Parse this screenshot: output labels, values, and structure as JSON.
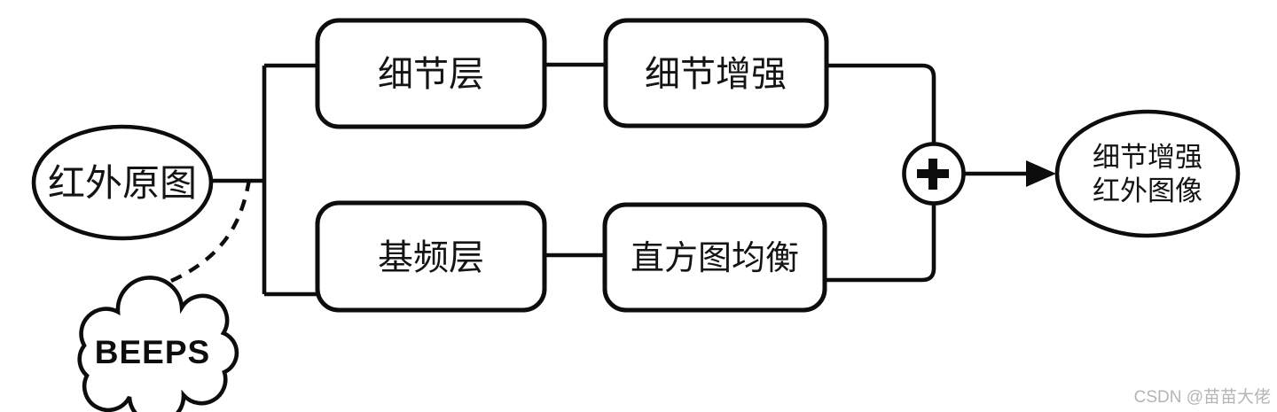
{
  "diagram": {
    "title": "BEEPS infrared image detail-enhancement pipeline flowchart",
    "background_color": "#ffffff",
    "stroke_color": "#0d0d0d",
    "nodes": {
      "input": {
        "label": "红外原图",
        "shape": "ellipse"
      },
      "detail_layer": {
        "label": "细节层",
        "shape": "rounded-rect"
      },
      "detail_enhance": {
        "label": "细节增强",
        "shape": "rounded-rect"
      },
      "base_layer": {
        "label": "基频层",
        "shape": "rounded-rect"
      },
      "histogram_eq": {
        "label": "直方图均衡",
        "shape": "rounded-rect"
      },
      "merge": {
        "symbol": "+",
        "shape": "circle",
        "icon": "plus-icon"
      },
      "output": {
        "label_line1": "细节增强",
        "label_line2": "红外图像",
        "shape": "ellipse"
      },
      "beeps": {
        "label": "BEEPS",
        "shape": "cloud"
      }
    },
    "edges": [
      {
        "from": "input",
        "to": "detail_layer",
        "style": "solid"
      },
      {
        "from": "input",
        "to": "base_layer",
        "style": "solid"
      },
      {
        "from": "detail_layer",
        "to": "detail_enhance",
        "style": "solid"
      },
      {
        "from": "base_layer",
        "to": "histogram_eq",
        "style": "solid"
      },
      {
        "from": "detail_enhance",
        "to": "merge",
        "style": "solid"
      },
      {
        "from": "histogram_eq",
        "to": "merge",
        "style": "solid"
      },
      {
        "from": "merge",
        "to": "output",
        "style": "arrow"
      },
      {
        "from": "input",
        "to": "beeps",
        "style": "dashed"
      }
    ],
    "watermark": {
      "text": "CSDN @苗苗大佬",
      "color": "#b5b5b5"
    }
  }
}
